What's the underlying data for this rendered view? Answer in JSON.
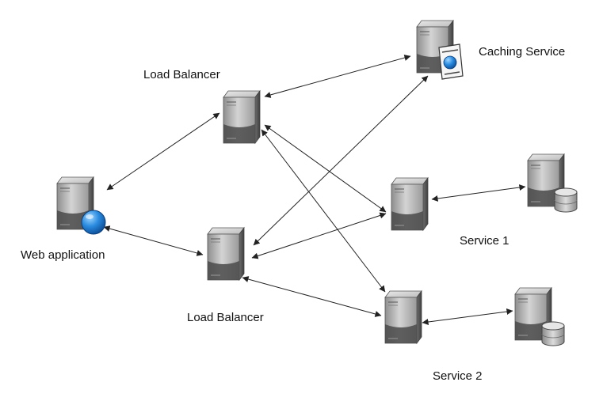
{
  "nodes": {
    "load_balancer_top": {
      "label": "Load Balancer",
      "icon": "server-icon"
    },
    "load_balancer_bottom": {
      "label": "Load Balancer",
      "icon": "server-icon"
    },
    "web_application": {
      "label": "Web application",
      "icon": "web-server-icon"
    },
    "caching_service": {
      "label": "Caching Service",
      "icon": "cache-server-icon"
    },
    "service_1": {
      "label": "Service 1",
      "icon": "server-icon"
    },
    "service_2": {
      "label": "Service 2",
      "icon": "server-icon"
    },
    "database_1": {
      "label": "",
      "icon": "database-server-icon"
    },
    "database_2": {
      "label": "",
      "icon": "database-server-icon"
    }
  },
  "edges": [
    {
      "from": "web_application",
      "to": "load_balancer_top",
      "arrows": "both"
    },
    {
      "from": "web_application",
      "to": "load_balancer_bottom",
      "arrows": "both"
    },
    {
      "from": "load_balancer_top",
      "to": "caching_service",
      "arrows": "both"
    },
    {
      "from": "load_balancer_top",
      "to": "service_1",
      "arrows": "both"
    },
    {
      "from": "load_balancer_top",
      "to": "service_2",
      "arrows": "both"
    },
    {
      "from": "load_balancer_bottom",
      "to": "caching_service",
      "arrows": "both"
    },
    {
      "from": "load_balancer_bottom",
      "to": "service_1",
      "arrows": "both"
    },
    {
      "from": "load_balancer_bottom",
      "to": "service_2",
      "arrows": "both"
    },
    {
      "from": "service_1",
      "to": "database_1",
      "arrows": "both"
    },
    {
      "from": "service_2",
      "to": "database_2",
      "arrows": "both"
    }
  ],
  "colors": {
    "server_body": "#c8c8c8",
    "server_shadow": "#555555",
    "globe": "#1f7fd0",
    "arrow": "#222222"
  }
}
